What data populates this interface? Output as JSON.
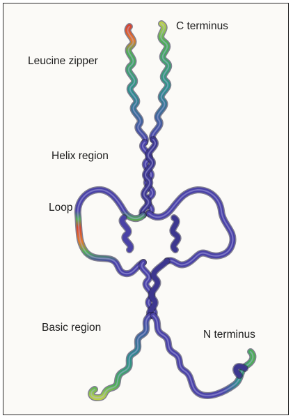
{
  "labels": {
    "c_terminus": "C terminus",
    "leucine_zipper": "Leucine zipper",
    "helix_region": "Helix region",
    "loop": "Loop",
    "basic_region": "Basic region",
    "n_terminus": "N terminus"
  },
  "colors": {
    "backbone": "#4a42a6",
    "backbone_dark": "#2f2a78",
    "teal": "#2f8f8a",
    "green": "#4fae55",
    "yellow_green": "#b7cf4a",
    "red": "#d8452f",
    "orange": "#e07a2a"
  }
}
